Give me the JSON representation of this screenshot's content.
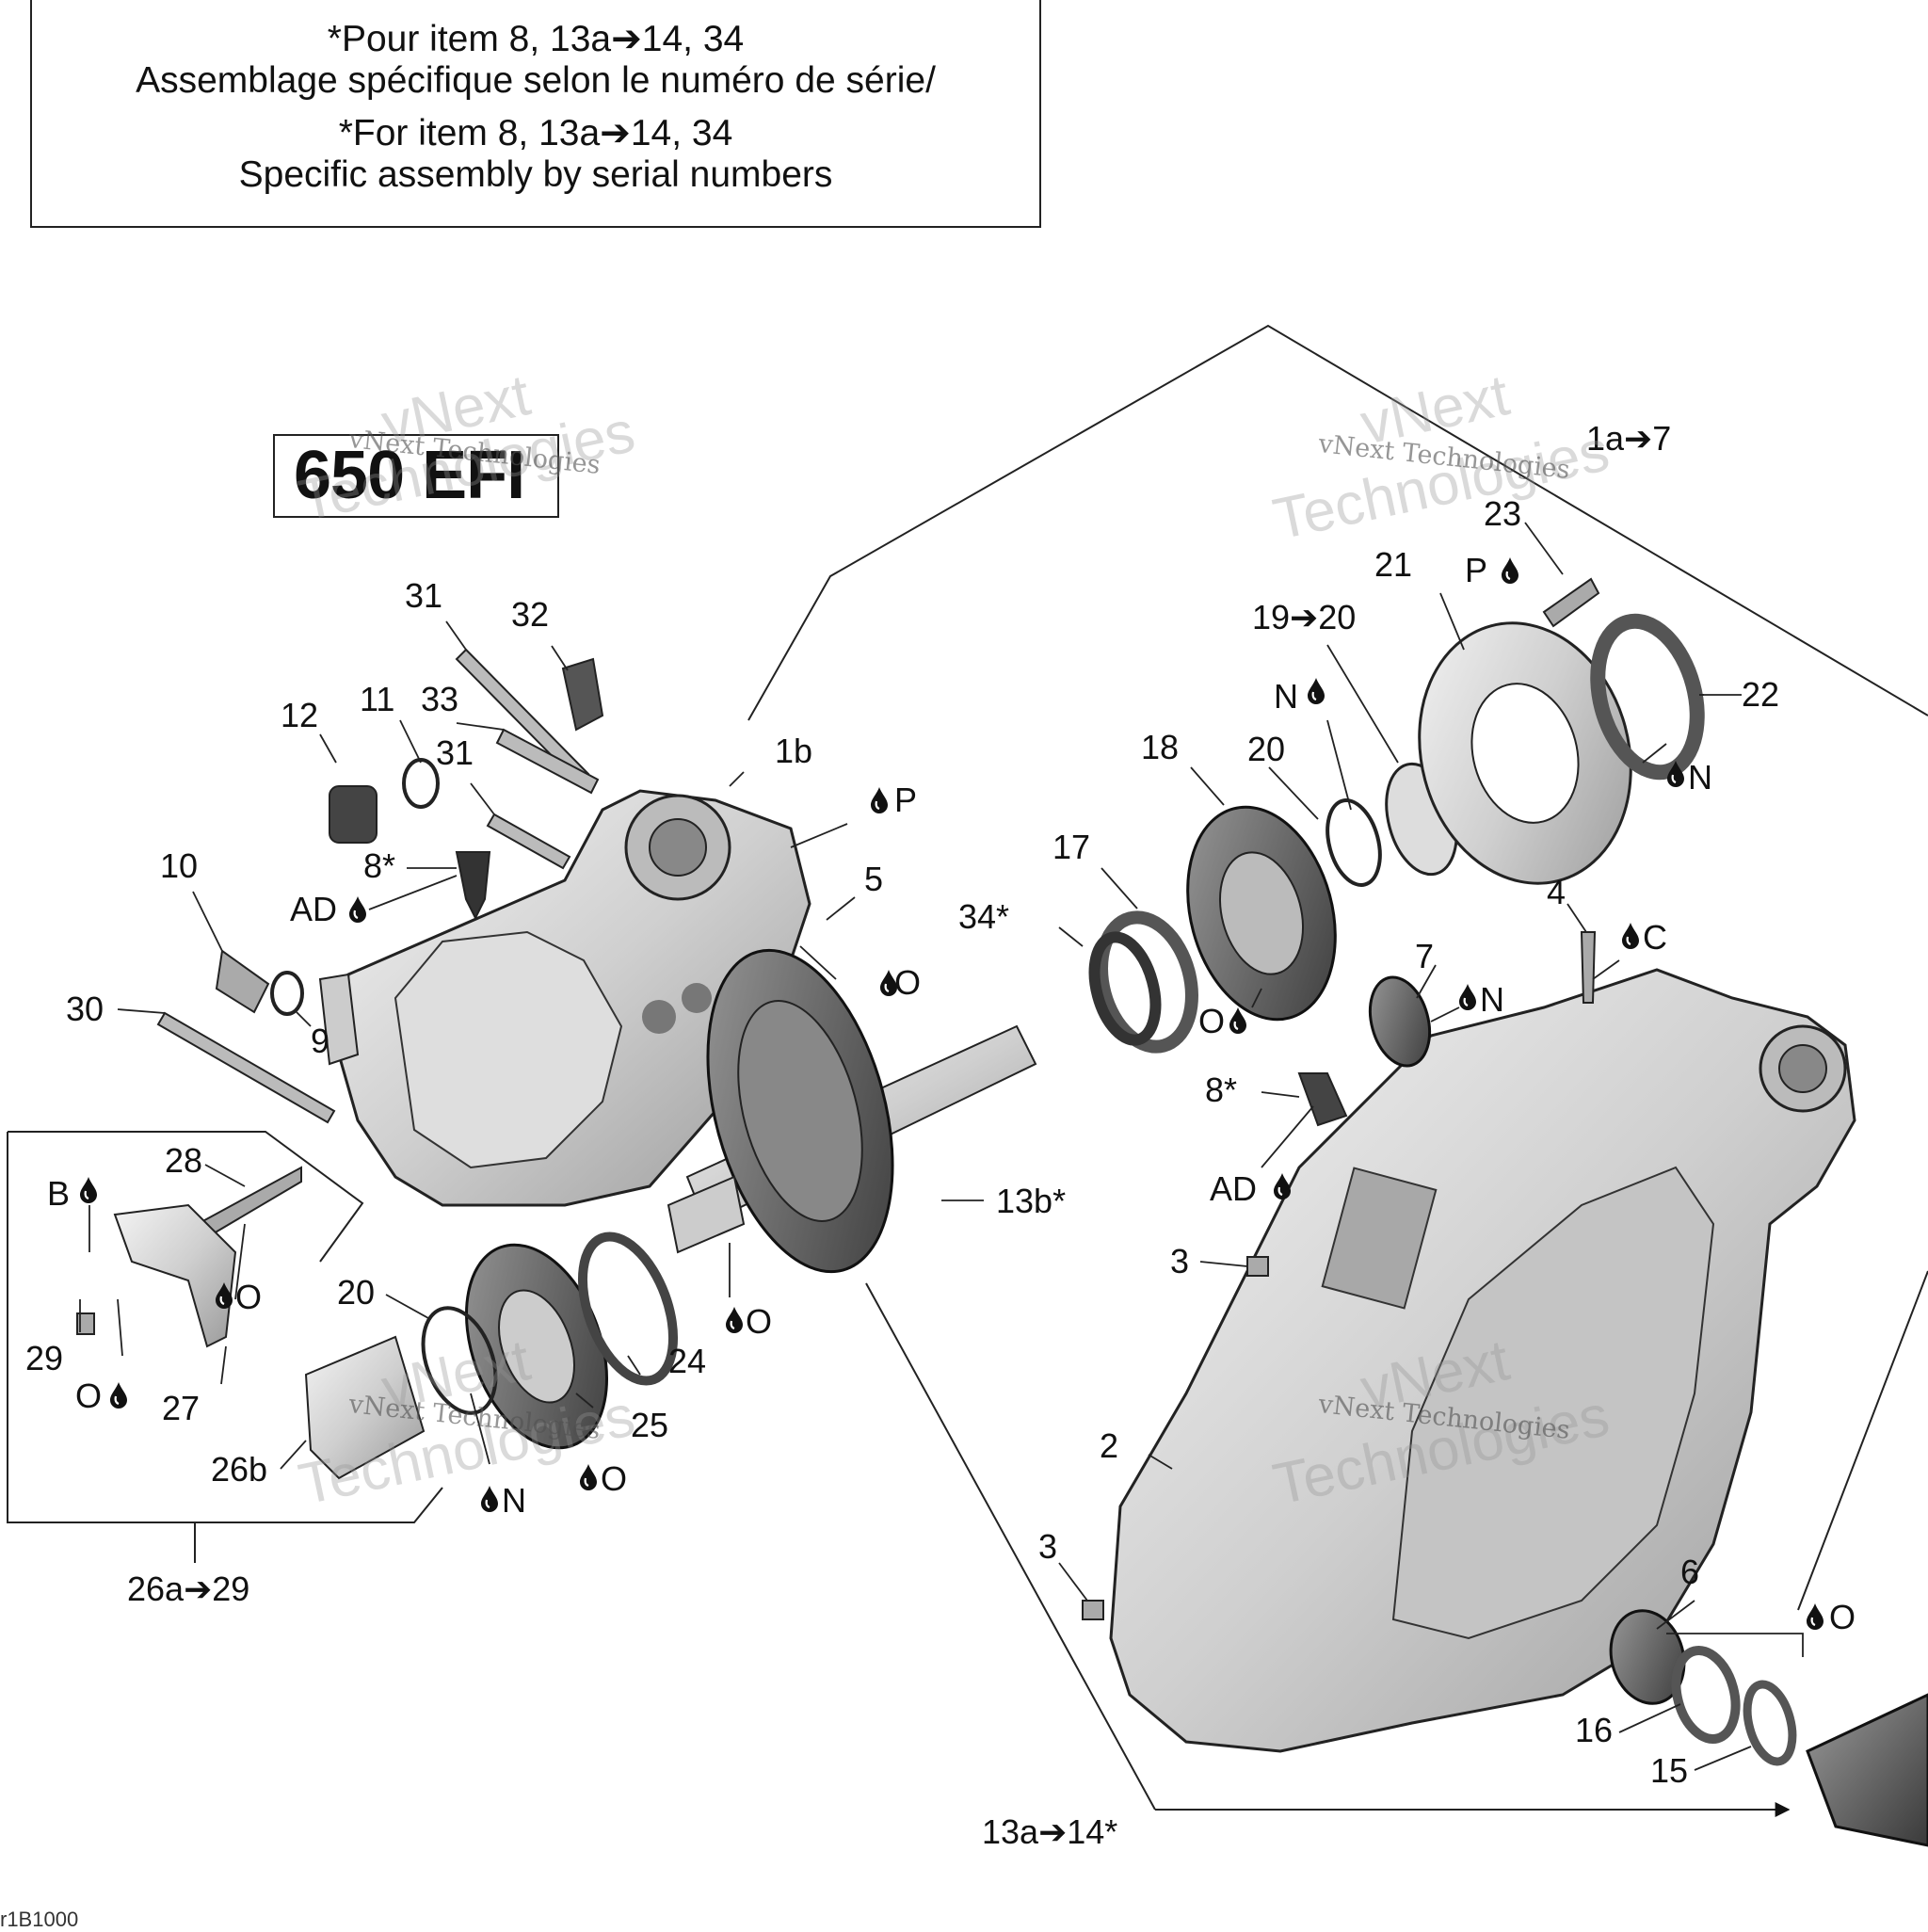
{
  "note": {
    "fr_line1": "*Pour item 8, 13a➔14, 34",
    "fr_line2": "Assemblage spécifique selon le numéro de série/",
    "en_line1": "*For item 8, 13a➔14, 34",
    "en_line2": "Specific assembly by serial numbers"
  },
  "model": "650 EFI",
  "watermark": {
    "brand": "vNext",
    "brand2": "Technologies",
    "line": "vNext Technologies"
  },
  "corner_code": "r1B1000",
  "labels": {
    "l31a": "31",
    "l32": "32",
    "l12": "12",
    "l11": "11",
    "l33": "33",
    "l31b": "31",
    "l1b": "1b",
    "lP": "P",
    "l10": "10",
    "l8a": "8*",
    "lADa": "AD",
    "l5": "5",
    "lOa": "O",
    "l30": "30",
    "l9": "9",
    "l28": "28",
    "lB": "B",
    "lOb": "O",
    "l29": "29",
    "lOc": "O",
    "l27": "27",
    "l20a": "20",
    "l26b": "26b",
    "lNa": "N",
    "lOd": "O",
    "l25": "25",
    "l24": "24",
    "lOe": "O",
    "l13b": "13b*",
    "l26a29": "26a➔29",
    "l17": "17",
    "l34": "34*",
    "l18": "18",
    "l20b": "20",
    "lNb": "N",
    "l1920": "19➔20",
    "l21": "21",
    "lPb": "P",
    "l23": "23",
    "l1a7": "1a➔7",
    "l22": "22",
    "lNc": "N",
    "lOf": "O",
    "l4": "4",
    "lC": "C",
    "l7": "7",
    "lNd": "N",
    "l8b": "8*",
    "lADb": "AD",
    "l3a": "3",
    "l2": "2",
    "l3b": "3",
    "l6": "6",
    "lOg": "O",
    "l16": "16",
    "l15": "15",
    "l13a14": "13a➔14*"
  }
}
